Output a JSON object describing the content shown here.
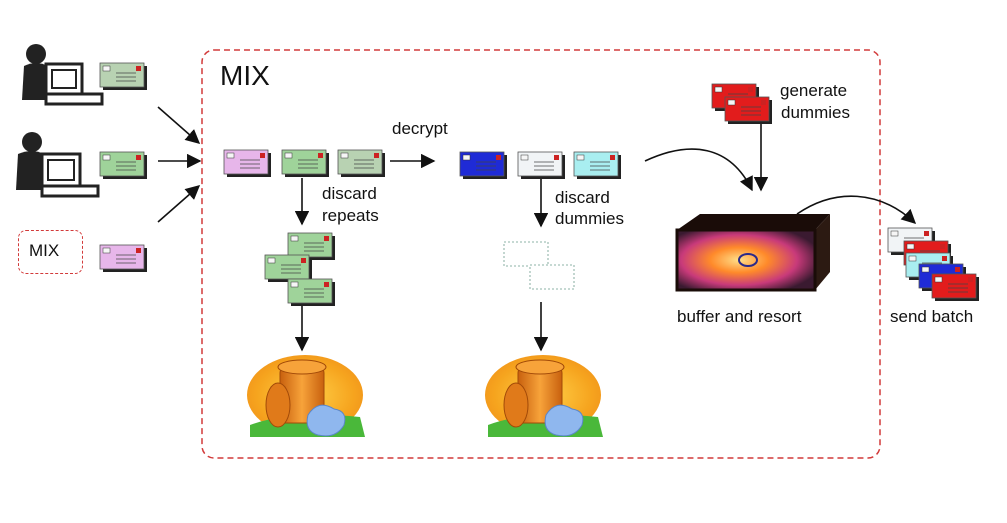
{
  "diagram": {
    "title": "MIX",
    "small_mix_label": "MIX",
    "labels": {
      "decrypt": "decrypt",
      "discard_repeats_1": "discard",
      "discard_repeats_2": "repeats",
      "discard_dummies_1": "discard",
      "discard_dummies_2": "dummies",
      "generate_dummies_1": "generate",
      "generate_dummies_2": "dummies",
      "buffer_and_resort": "buffer and resort",
      "send_batch": "send batch"
    },
    "colors": {
      "border_dashed": "#d23a3a",
      "msg_pink": "#e7b6ea",
      "msg_green": "#9fd39a",
      "msg_grey_green": "#b8d2b2",
      "msg_blue": "#1f2bd6",
      "msg_white": "#f1f4f6",
      "msg_cyan": "#a9eef0",
      "msg_red": "#e21c1c",
      "trash_orange": "#f08a1a",
      "trash_green": "#3fb53a",
      "paper_blue": "#8fb7ee",
      "box_dark": "#2c1a12",
      "box_glow": "#ff8a2a"
    },
    "icons": [
      "user-computer-icon",
      "envelope-icon",
      "trash-can-icon",
      "buffer-box-icon"
    ]
  }
}
